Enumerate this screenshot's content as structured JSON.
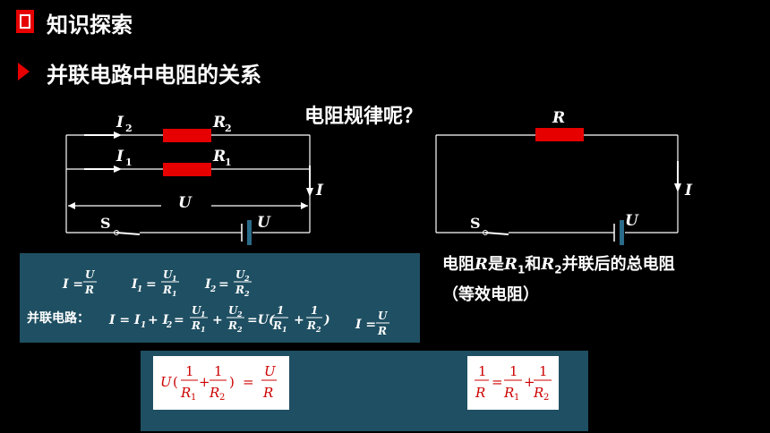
{
  "header": {
    "title": "知识探索",
    "subtitle": "并联电路中电阻的关系"
  },
  "question": "电阻规律呢？",
  "left_circuit": {
    "i2": "I",
    "i2_sub": "2",
    "r2": "R",
    "r2_sub": "2",
    "i1": "I",
    "i1_sub": "1",
    "r1": "R",
    "r1_sub": "1",
    "i": "I",
    "u_mid": "U",
    "switch": "S",
    "u_battery": "U"
  },
  "right_circuit": {
    "r": "R",
    "i": "I",
    "switch": "S",
    "u_battery": "U"
  },
  "description": {
    "line1_a": "电阻",
    "line1_r": "R",
    "line1_b": "是",
    "line1_r1": "R",
    "line1_r1_sub": "1",
    "line1_c": "和",
    "line1_r2": "R",
    "line1_r2_sub": "2",
    "line1_d": "并联后的总电阻",
    "line2": "（等效电阻）"
  },
  "formulas": {
    "parallel_label": "并联电路："
  },
  "colors": {
    "accent": "#e60000",
    "panel": "#1f4f62",
    "formula_red": "#cc0000"
  }
}
